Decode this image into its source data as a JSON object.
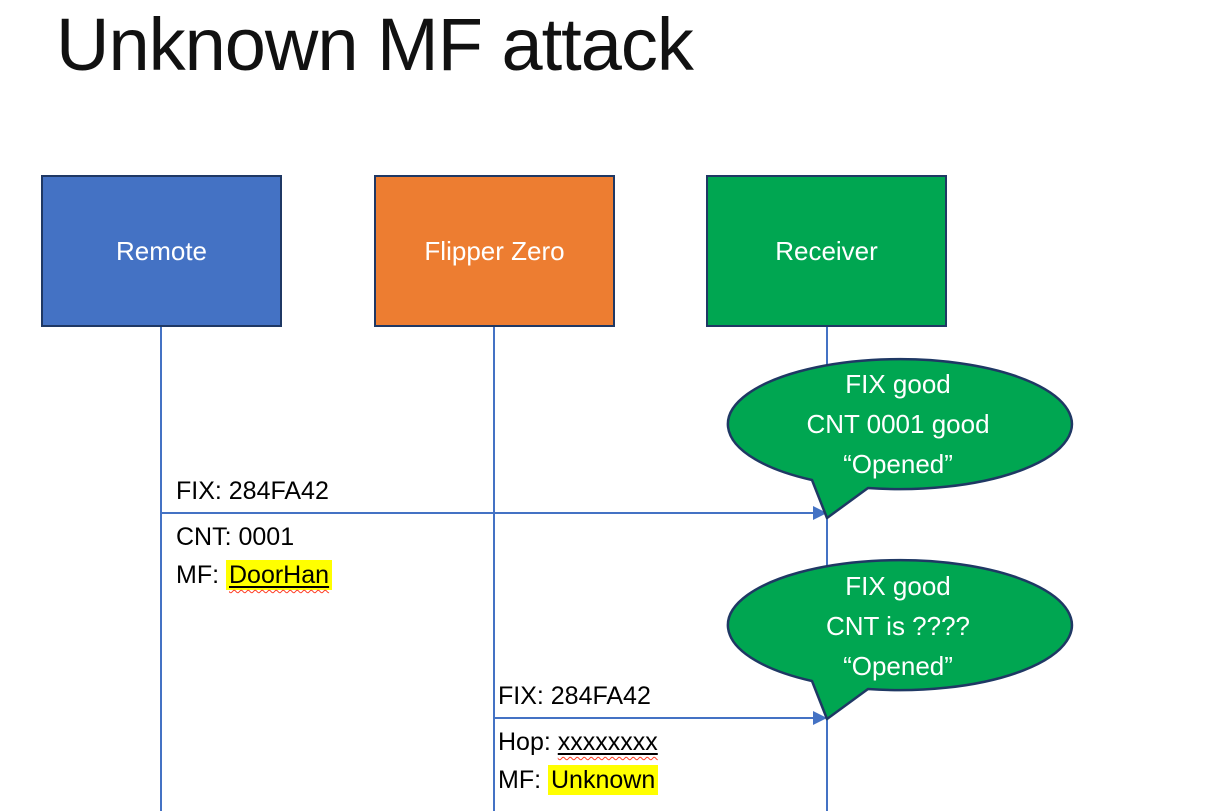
{
  "slide": {
    "title": "Unknown MF attack"
  },
  "actors": [
    {
      "label": "Remote",
      "color": "#4472C4"
    },
    {
      "label": "Flipper Zero",
      "color": "#ED7D31"
    },
    {
      "label": "Receiver",
      "color": "#00A651"
    }
  ],
  "messages": [
    {
      "from": "Remote",
      "to": "Receiver",
      "above": "FIX: 284FA42",
      "row2": "CNT: 0001",
      "row3_prefix": "MF: ",
      "row3_value": "DoorHan"
    },
    {
      "from": "Flipper Zero",
      "to": "Receiver",
      "above": "FIX: 284FA42",
      "row2_prefix": "Hop: ",
      "row2_value": "xxxxxxxx",
      "row3_prefix": "MF: ",
      "row3_value": "Unknown"
    }
  ],
  "callouts": [
    {
      "lines": [
        "FIX good",
        "CNT 0001 good",
        "“Opened”"
      ]
    },
    {
      "lines": [
        "FIX good",
        "CNT is ????",
        "“Opened”"
      ]
    }
  ],
  "colors": {
    "actor_remote": "#4472C4",
    "actor_flipper": "#ED7D31",
    "actor_receiver": "#00A651",
    "shape_border": "#1F3864",
    "arrow": "#4472C4",
    "callout_fill": "#00A651",
    "highlight": "#FFFF00",
    "squiggle": "#FF3B1F",
    "text_dark": "#000000",
    "text_light": "#FFFFFF"
  }
}
